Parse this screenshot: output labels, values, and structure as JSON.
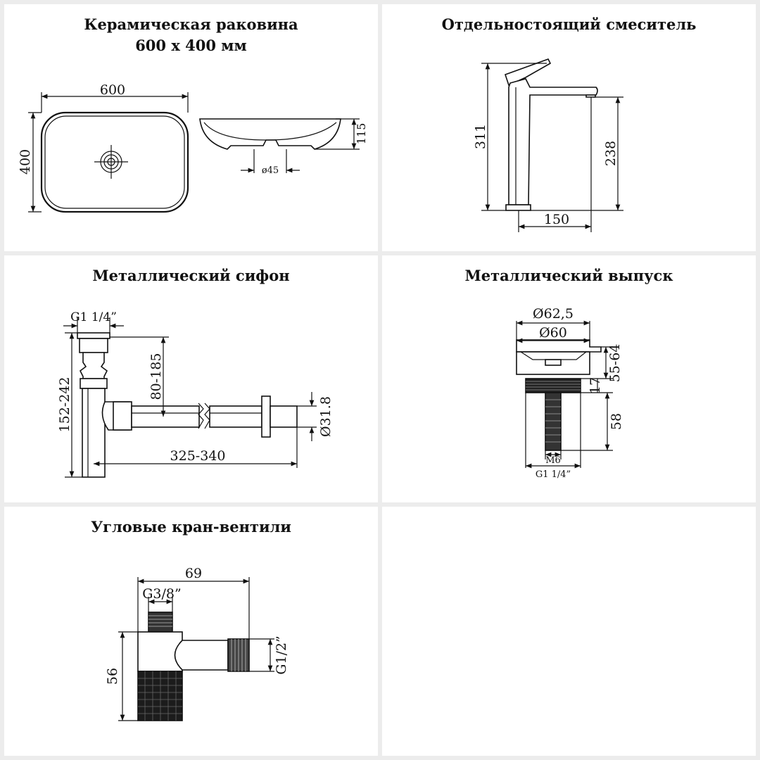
{
  "panels": {
    "sink": {
      "title_line1": "Керамическая раковина",
      "title_line2": "600 х 400 мм",
      "dim_width": "600",
      "dim_height": "400",
      "dim_depth": "115",
      "dim_drain": "ø45"
    },
    "faucet": {
      "title": "Отдельностоящий смеситель",
      "dim_total_height": "311",
      "dim_spout_height": "238",
      "dim_reach": "150"
    },
    "siphon": {
      "title": "Металлический сифон",
      "dim_thread": "G1 1/4”",
      "dim_height": "152-242",
      "dim_drop": "80-185",
      "dim_length": "325-340",
      "dim_pipe": "Ø31.8"
    },
    "drain": {
      "title": "Металлический выпуск",
      "dim_outer": "Ø62,5",
      "dim_inner": "Ø60",
      "dim_range": "55-64",
      "dim_cap": "17",
      "dim_body": "58",
      "dim_bolt": "M6",
      "dim_thread": "G1 1/4”"
    },
    "valve": {
      "title": "Угловые кран-вентили",
      "dim_length": "69",
      "dim_inlet": "G3/8”",
      "dim_height": "56",
      "dim_outlet": "G1/2”"
    }
  }
}
